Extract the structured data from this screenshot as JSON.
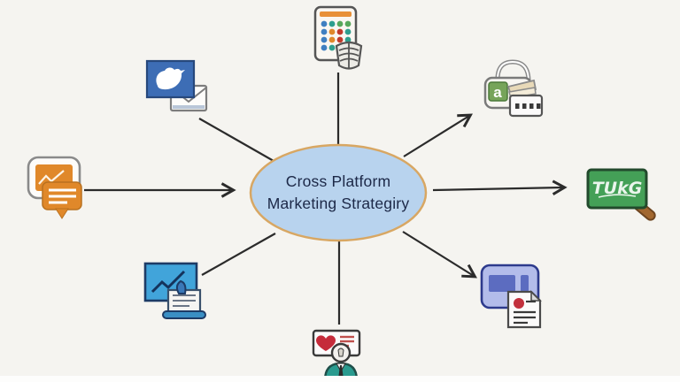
{
  "page": {
    "background_color": "#f5f4f0",
    "bottom_strip_color": "#fdfdfc"
  },
  "diagram": {
    "center": {
      "line1": "Cross Platform",
      "line2": "Marketing Strategiry",
      "fill": "#b8d3ee",
      "border": "#d8a763",
      "text_color": "#1c2847"
    },
    "connector_color": "#2b2b2b",
    "board_text": "TUkG",
    "bag_letter": "a",
    "nodes": [
      {
        "id": "social-media",
        "icon": "twitter-monitor-envelope-icon",
        "position": "top-left",
        "connector": "plain-line"
      },
      {
        "id": "calculator",
        "icon": "calculator-ribcage-icon",
        "position": "top",
        "connector": "plain-line"
      },
      {
        "id": "ecommerce-bag",
        "icon": "shopping-bag-cards-icon",
        "position": "top-right",
        "connector": "arrow-outward"
      },
      {
        "id": "messaging",
        "icon": "chat-bubbles-icon",
        "position": "left",
        "connector": "arrow-into-center"
      },
      {
        "id": "search-board",
        "icon": "green-board-magnifier-icon",
        "position": "right",
        "connector": "arrow-outward"
      },
      {
        "id": "analytics",
        "icon": "analytics-monitor-document-icon",
        "position": "bottom-left",
        "connector": "plain-line"
      },
      {
        "id": "customer-loyalty",
        "icon": "person-heart-card-icon",
        "position": "bottom",
        "connector": "plain-line"
      },
      {
        "id": "reports-tablet",
        "icon": "tablet-report-document-icon",
        "position": "bottom-right",
        "connector": "arrow-outward"
      }
    ],
    "palette": {
      "twitter_blue": "#3d6db5",
      "chat_orange": "#e0882a",
      "analytics_blue": "#41a4da",
      "suit_teal": "#2a9b8f",
      "heart_red": "#c52b3a",
      "tablet_periwinkle": "#b3bcea",
      "tablet_block": "#5c6cc0",
      "board_green": "#44a057",
      "handle_brown": "#a2672f",
      "calc_orange": "#e89038"
    }
  }
}
